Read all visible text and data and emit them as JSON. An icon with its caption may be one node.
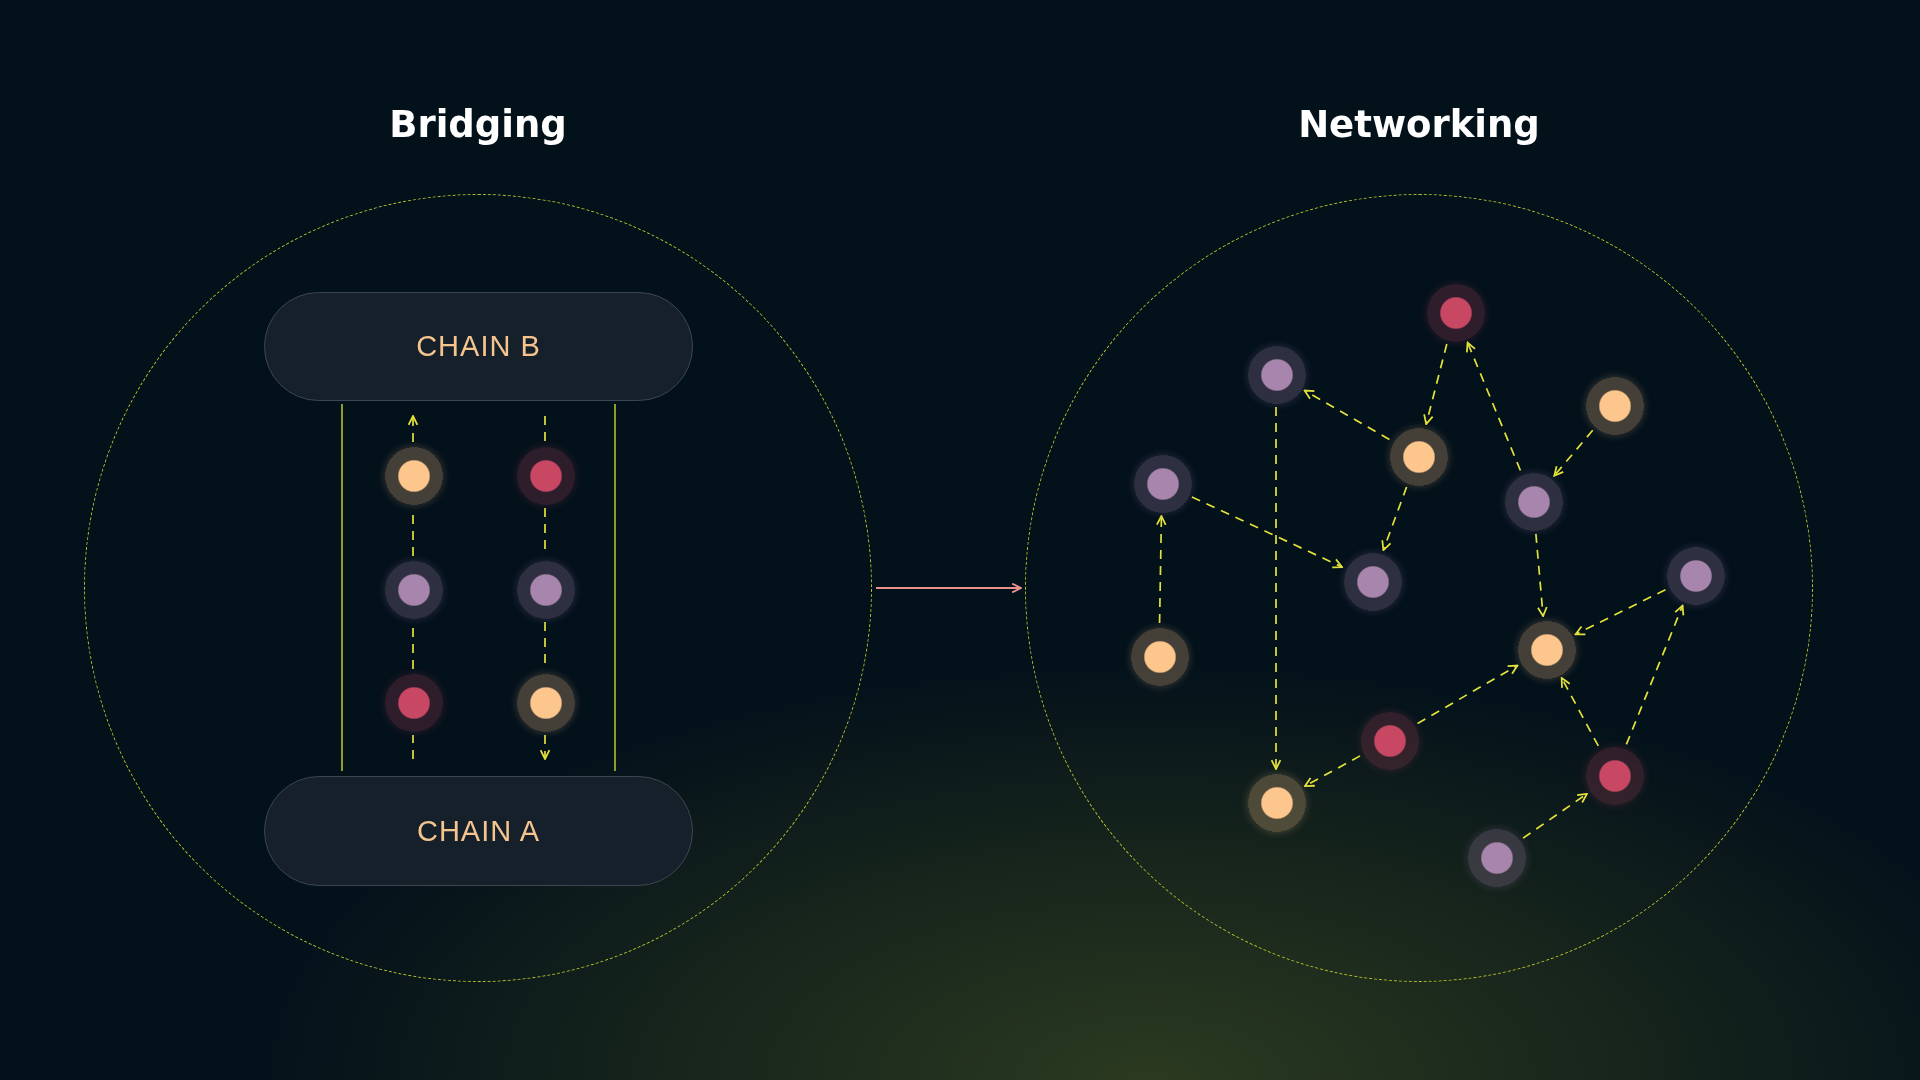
{
  "diagram": {
    "nodes": [
      {
        "text": [
          "Bridging"
        ]
      },
      {
        "text": [
          "CHAIN B"
        ],
        "in": 0
      },
      {
        "text": [
          "CHAIN A"
        ],
        "in": 0
      },
      {
        "text": [],
        "shape": "circle",
        "in": 0
      },
      {
        "text": [],
        "shape": "circle",
        "in": 0
      },
      {
        "text": [],
        "shape": "circle",
        "in": 0
      },
      {
        "text": [],
        "shape": "circle",
        "in": 0
      },
      {
        "text": [],
        "shape": "circle",
        "in": 0
      },
      {
        "text": [],
        "shape": "circle",
        "in": 0
      },
      {
        "text": [
          "Networking"
        ]
      },
      {
        "text": [],
        "shape": "circle",
        "in": 9
      },
      {
        "text": [],
        "shape": "circle",
        "in": 9
      },
      {
        "text": [],
        "shape": "circle",
        "in": 9
      },
      {
        "text": [],
        "shape": "circle",
        "in": 9
      },
      {
        "text": [],
        "shape": "circle",
        "in": 9
      },
      {
        "text": [],
        "shape": "circle",
        "in": 9
      },
      {
        "text": [],
        "shape": "circle",
        "in": 9
      },
      {
        "text": [],
        "shape": "circle",
        "in": 9
      },
      {
        "text": [],
        "shape": "circle",
        "in": 9
      },
      {
        "text": [],
        "shape": "circle",
        "in": 9
      },
      {
        "text": [],
        "shape": "circle",
        "in": 9
      },
      {
        "text": [],
        "shape": "circle",
        "in": 9
      },
      {
        "text": [],
        "shape": "circle",
        "in": 9
      },
      {
        "text": [],
        "shape": "circle",
        "in": 9
      }
    ],
    "edges": [
      {
        "from": 0,
        "to": 9,
        "arrow": "to",
        "color": "#e8928c"
      },
      {
        "from": 2,
        "to": 7,
        "arrow": "none",
        "style": "dashed"
      },
      {
        "from": 7,
        "to": 5,
        "arrow": "none",
        "style": "dashed"
      },
      {
        "from": 5,
        "to": 3,
        "arrow": "none",
        "style": "dashed"
      },
      {
        "from": 3,
        "to": 1,
        "arrow": "to",
        "style": "dashed"
      },
      {
        "from": 1,
        "to": 4,
        "arrow": "none",
        "style": "dashed"
      },
      {
        "from": 4,
        "to": 6,
        "arrow": "none",
        "style": "dashed"
      },
      {
        "from": 6,
        "to": 8,
        "arrow": "none",
        "style": "dashed"
      },
      {
        "from": 8,
        "to": 2,
        "arrow": "to",
        "style": "dashed"
      },
      {
        "from": 1,
        "to": 2,
        "arrow": "none",
        "color": "#8e9a2a"
      },
      {
        "from": 1,
        "to": 2,
        "arrow": "none",
        "color": "#8e9a2a"
      },
      {
        "from": 10,
        "to": 13,
        "arrow": "to",
        "style": "dashed"
      },
      {
        "from": 13,
        "to": 11,
        "arrow": "to",
        "style": "dashed"
      },
      {
        "from": 15,
        "to": 10,
        "arrow": "to",
        "style": "dashed"
      },
      {
        "from": 12,
        "to": 15,
        "arrow": "to",
        "style": "dashed"
      },
      {
        "from": 14,
        "to": 17,
        "arrow": "to",
        "style": "dashed"
      },
      {
        "from": 13,
        "to": 17,
        "arrow": "to",
        "style": "dashed"
      },
      {
        "from": 19,
        "to": 14,
        "arrow": "to",
        "style": "dashed"
      },
      {
        "from": 11,
        "to": 22,
        "arrow": "to",
        "style": "dashed"
      },
      {
        "from": 15,
        "to": 18,
        "arrow": "to",
        "style": "dashed"
      },
      {
        "from": 16,
        "to": 18,
        "arrow": "to",
        "style": "dashed"
      },
      {
        "from": 20,
        "to": 18,
        "arrow": "to",
        "style": "dashed"
      },
      {
        "from": 20,
        "to": 22,
        "arrow": "to",
        "style": "dashed"
      },
      {
        "from": 21,
        "to": 18,
        "arrow": "to",
        "style": "dashed"
      },
      {
        "from": 21,
        "to": 16,
        "arrow": "to",
        "style": "dashed"
      },
      {
        "from": 23,
        "to": 21,
        "arrow": "to",
        "style": "dashed"
      }
    ]
  }
}
